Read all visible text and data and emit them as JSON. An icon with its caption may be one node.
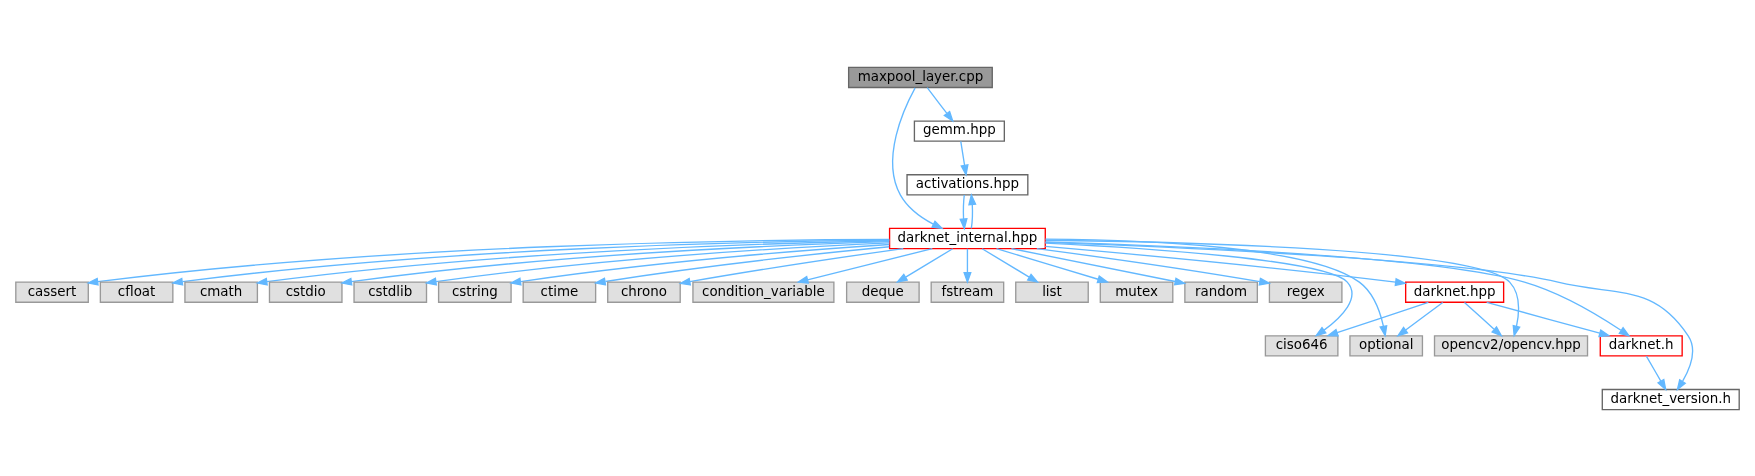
{
  "diagram": {
    "nodes": [
      {
        "text": [
          "maxpool_layer.cpp"
        ]
      },
      {
        "text": [
          "gemm.hpp"
        ]
      },
      {
        "text": [
          "activations.hpp"
        ]
      },
      {
        "text": [
          "darknet_internal.hpp"
        ]
      },
      {
        "text": [
          "cassert"
        ]
      },
      {
        "text": [
          "cfloat"
        ]
      },
      {
        "text": [
          "cmath"
        ]
      },
      {
        "text": [
          "cstdio"
        ]
      },
      {
        "text": [
          "cstdlib"
        ]
      },
      {
        "text": [
          "cstring"
        ]
      },
      {
        "text": [
          "ctime"
        ]
      },
      {
        "text": [
          "chrono"
        ]
      },
      {
        "text": [
          "condition_variable"
        ]
      },
      {
        "text": [
          "deque"
        ]
      },
      {
        "text": [
          "fstream"
        ]
      },
      {
        "text": [
          "list"
        ]
      },
      {
        "text": [
          "mutex"
        ]
      },
      {
        "text": [
          "random"
        ]
      },
      {
        "text": [
          "regex"
        ]
      },
      {
        "text": [
          "darknet.hpp"
        ]
      },
      {
        "text": [
          "ciso646"
        ]
      },
      {
        "text": [
          "optional"
        ]
      },
      {
        "text": [
          "opencv2/opencv.hpp"
        ]
      },
      {
        "text": [
          "darknet.h"
        ]
      },
      {
        "text": [
          "darknet_version.h"
        ]
      }
    ],
    "edges": [
      {
        "from": 0,
        "to": 3,
        "arrow": "to"
      },
      {
        "from": 0,
        "to": 1,
        "arrow": "to"
      },
      {
        "from": 1,
        "to": 2,
        "arrow": "to"
      },
      {
        "from": 2,
        "to": 3,
        "arrow": "to"
      },
      {
        "from": 3,
        "to": 2,
        "arrow": "to"
      },
      {
        "from": 3,
        "to": 4,
        "arrow": "to"
      },
      {
        "from": 3,
        "to": 5,
        "arrow": "to"
      },
      {
        "from": 3,
        "to": 6,
        "arrow": "to"
      },
      {
        "from": 3,
        "to": 7,
        "arrow": "to"
      },
      {
        "from": 3,
        "to": 8,
        "arrow": "to"
      },
      {
        "from": 3,
        "to": 9,
        "arrow": "to"
      },
      {
        "from": 3,
        "to": 10,
        "arrow": "to"
      },
      {
        "from": 3,
        "to": 19,
        "arrow": "to"
      },
      {
        "from": 3,
        "to": 20,
        "arrow": "to"
      },
      {
        "from": 3,
        "to": 21,
        "arrow": "to"
      },
      {
        "from": 3,
        "to": 22,
        "arrow": "to"
      },
      {
        "from": 3,
        "to": 23,
        "arrow": "to"
      },
      {
        "from": 3,
        "to": 24,
        "arrow": "to"
      },
      {
        "from": 3,
        "to": 11,
        "arrow": "to"
      },
      {
        "from": 3,
        "to": 12,
        "arrow": "to"
      },
      {
        "from": 3,
        "to": 13,
        "arrow": "to"
      },
      {
        "from": 3,
        "to": 14,
        "arrow": "to"
      },
      {
        "from": 3,
        "to": 15,
        "arrow": "to"
      },
      {
        "from": 3,
        "to": 16,
        "arrow": "to"
      },
      {
        "from": 3,
        "to": 17,
        "arrow": "to"
      },
      {
        "from": 3,
        "to": 18,
        "arrow": "to"
      },
      {
        "from": 19,
        "to": 20,
        "arrow": "to"
      },
      {
        "from": 19,
        "to": 21,
        "arrow": "to"
      },
      {
        "from": 19,
        "to": 22,
        "arrow": "to"
      },
      {
        "from": 19,
        "to": 23,
        "arrow": "to"
      },
      {
        "from": 23,
        "to": 24,
        "arrow": "to"
      }
    ]
  }
}
